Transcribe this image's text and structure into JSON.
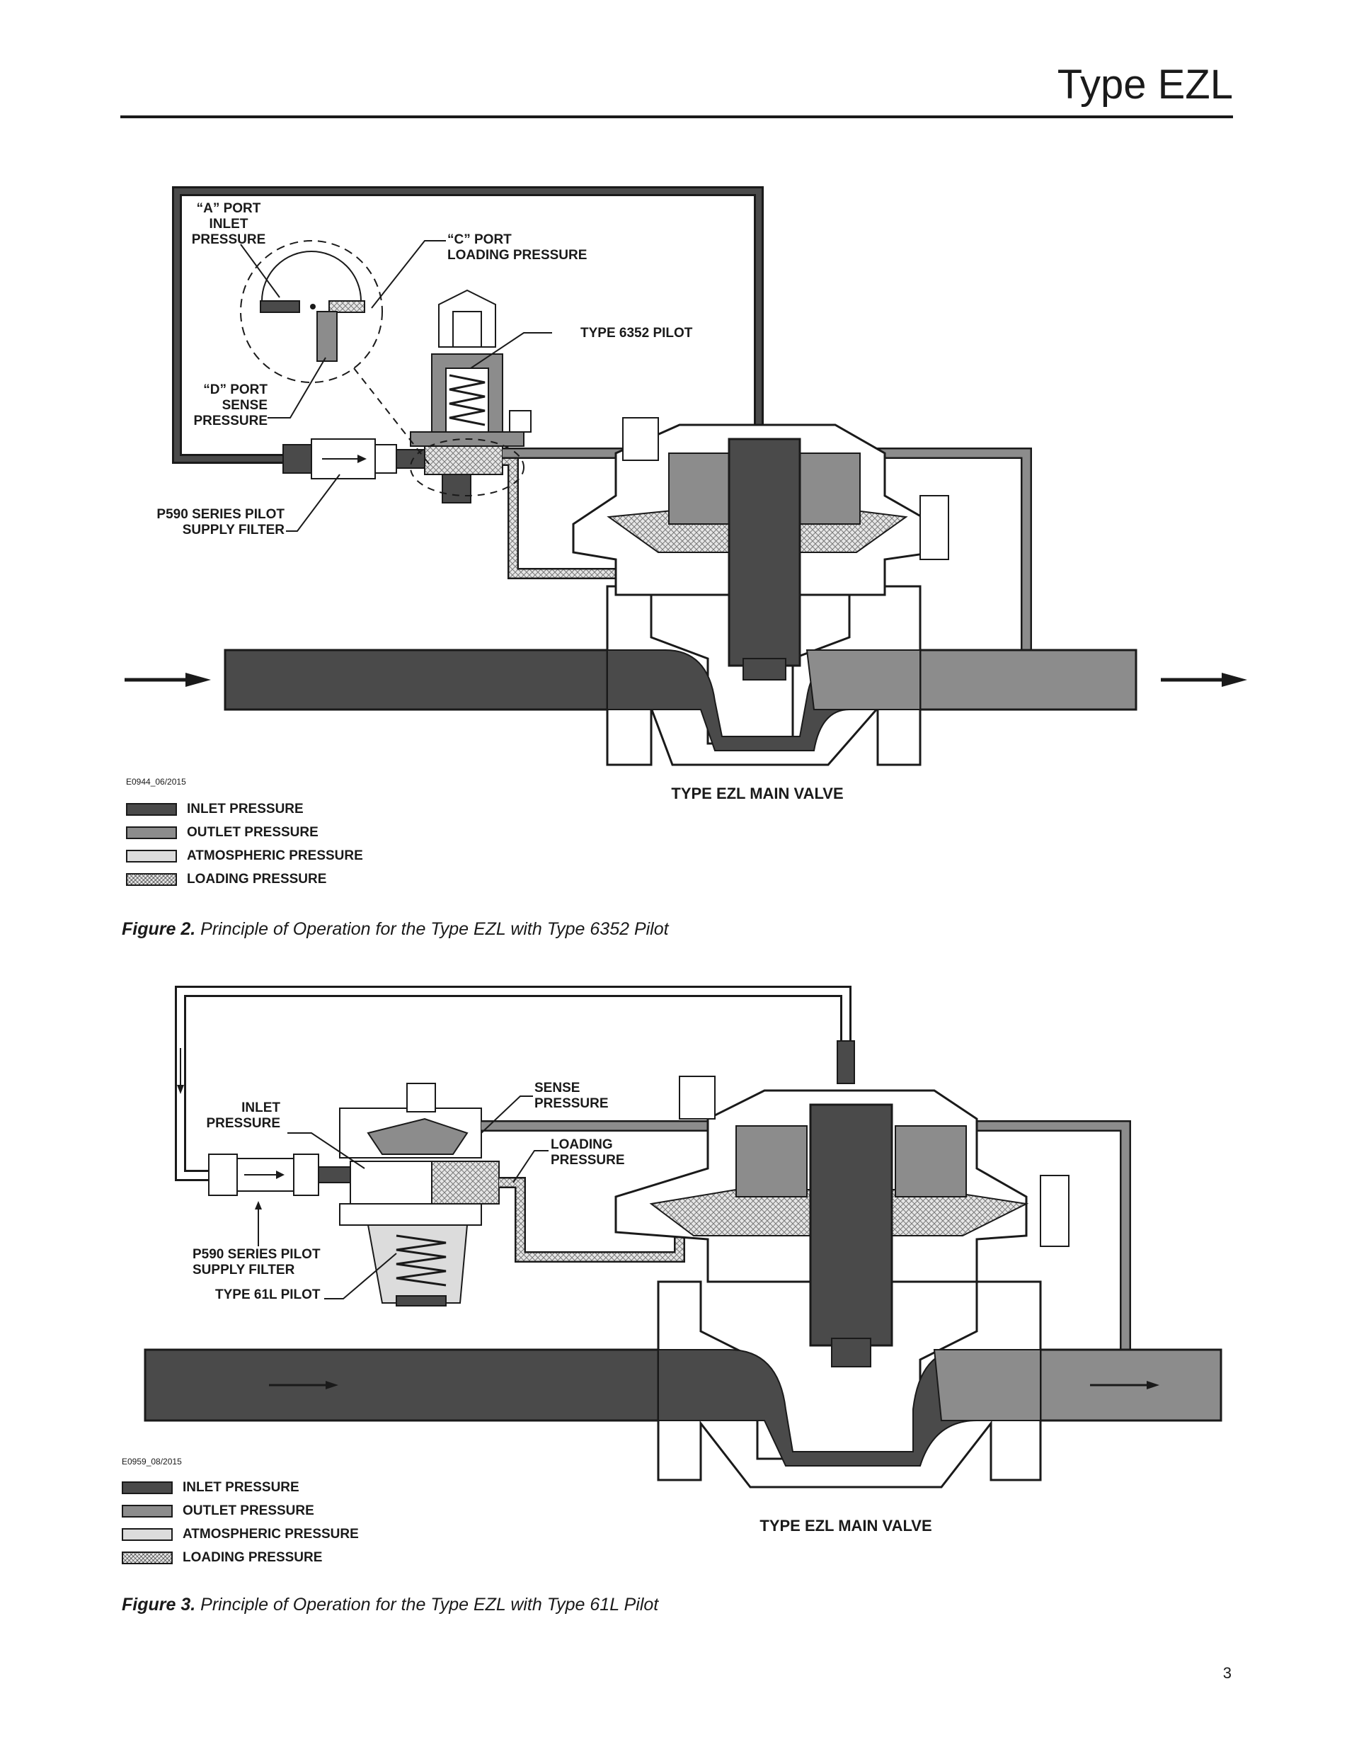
{
  "header": {
    "title": "Type EZL",
    "page_number": "3"
  },
  "colors": {
    "inlet": "#4a4a4a",
    "outlet": "#8c8c8c",
    "atmospheric": "#dcdcdc",
    "loading_pattern": "crosshatch"
  },
  "figure2": {
    "labels": {
      "a_port_1": "“A” PORT",
      "a_port_2": "INLET",
      "a_port_3": "PRESSURE",
      "c_port_1": "“C” PORT",
      "c_port_2": "LOADING PRESSURE",
      "pilot": "TYPE 6352 PILOT",
      "d_port_1": "“D” PORT",
      "d_port_2": "SENSE",
      "d_port_3": "PRESSURE",
      "filter_1": "P590 SERIES PILOT",
      "filter_2": "SUPPLY FILTER",
      "main_valve": "TYPE EZL MAIN VALVE",
      "code": "E0944_06/2015"
    },
    "legend": [
      "INLET PRESSURE",
      "OUTLET PRESSURE",
      "ATMOSPHERIC PRESSURE",
      "LOADING PRESSURE"
    ],
    "caption": {
      "number": "Figure 2.",
      "text": "Principle of Operation for the Type EZL with Type 6352 Pilot"
    }
  },
  "figure3": {
    "labels": {
      "inlet_1": "INLET",
      "inlet_2": "PRESSURE",
      "sense_1": "SENSE",
      "sense_2": "PRESSURE",
      "loading_1": "LOADING",
      "loading_2": "PRESSURE",
      "filter_1": "P590 SERIES PILOT",
      "filter_2": "SUPPLY FILTER",
      "pilot": "TYPE 61L PILOT",
      "main_valve": "TYPE EZL MAIN VALVE",
      "code": "E0959_08/2015"
    },
    "legend": [
      "INLET PRESSURE",
      "OUTLET PRESSURE",
      "ATMOSPHERIC PRESSURE",
      "LOADING PRESSURE"
    ],
    "caption": {
      "number": "Figure 3.",
      "text": "Principle of Operation for the Type EZL with Type 61L Pilot"
    }
  }
}
